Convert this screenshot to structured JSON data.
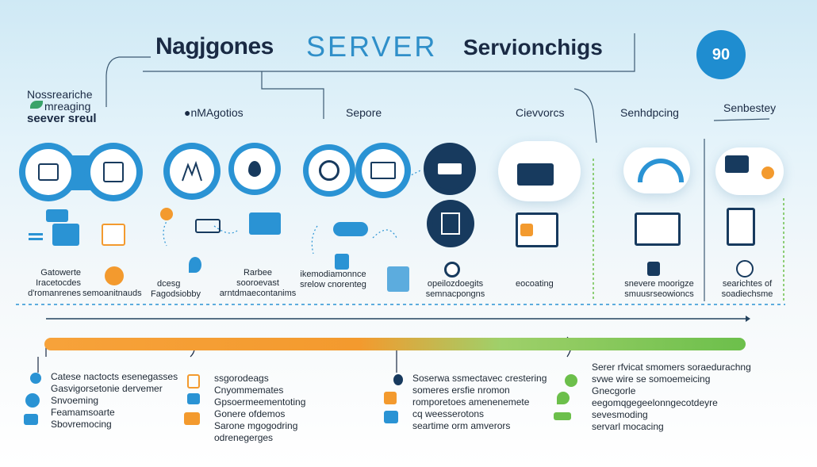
{
  "header": {
    "title_left": "Nagjgones",
    "title_mid": "SERVER",
    "title_right": "Servionchigs",
    "badge": "90"
  },
  "side_title": [
    "Nossreariche",
    "mreaging",
    "seever sreul"
  ],
  "columns": [
    "●nMAgotios",
    "Sepore",
    "Cievvorcs",
    "Senhdpcing",
    "Senbestey"
  ],
  "row_labels": {
    "left": [
      "Gatowerte",
      "Iracetocdes",
      "d'romanrenes"
    ],
    "left2": "semoanitnauds",
    "c2": [
      "dcesg",
      "Fagodsiobby"
    ],
    "c3": [
      "Rarbee",
      "sooroevast",
      "arntdmaecontanims"
    ],
    "c4": [
      "ikemodiamonnce",
      "srelow cnorenteg"
    ],
    "c5": [
      "opeilozdoegits",
      "semnacpongns"
    ],
    "c6": "eocoating",
    "c7": [
      "snevere moorigze",
      "smuusrseowioncs"
    ],
    "c8": [
      "searichtes of",
      "soadiechsme"
    ]
  },
  "legend": {
    "col1": [
      "Catese nactocts esenegasses",
      "Gasvigorsetonie dervemer",
      "Snvoeming",
      "Feamamsoarte",
      "Sbovremocing"
    ],
    "col2": [
      "ssgorodeags",
      "Cnyommemates",
      "Gpsoermeementoting",
      "Gonere ofdemos",
      "Sarone mgogodring",
      "odrenegerges"
    ],
    "col3": [
      "Soserwa ssmectavec crestering",
      "someres ersfie nromon",
      "romporetoes amenenemete",
      "cq weesserotons",
      "seartime orm amverors"
    ],
    "col4": [
      "Serer rfvicat smomers soraedurachng",
      "svwe wire se somoemeicing",
      "Gnecgorle",
      "eegomqgegeelonngecotdeyre",
      "sevesmoding",
      "servarl mocacing"
    ]
  },
  "colors": {
    "blue": "#2a93d4",
    "navy": "#173a5e",
    "orange": "#f39a2e",
    "green": "#6cbf4b"
  }
}
